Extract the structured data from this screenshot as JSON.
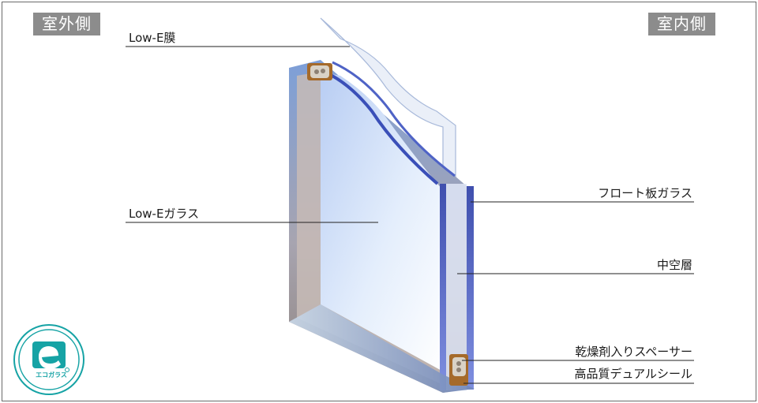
{
  "badges": {
    "outside": "室外側",
    "inside": "室内側"
  },
  "labels": {
    "low_e_film": "Low-E膜",
    "low_e_glass": "Low-Eガラス",
    "float_glass": "フロート板ガラス",
    "air_layer": "中空層",
    "desiccant_spacer": "乾燥剤入りスペーサー",
    "dual_seal": "高品質デュアルシール"
  },
  "logo": {
    "text": "エコガラス",
    "color": "#16a3a5"
  },
  "colors": {
    "badge_bg": "#8c8c8c",
    "glass_blue": "#5a6fd0",
    "frame_gray": "#9a8f8a"
  }
}
